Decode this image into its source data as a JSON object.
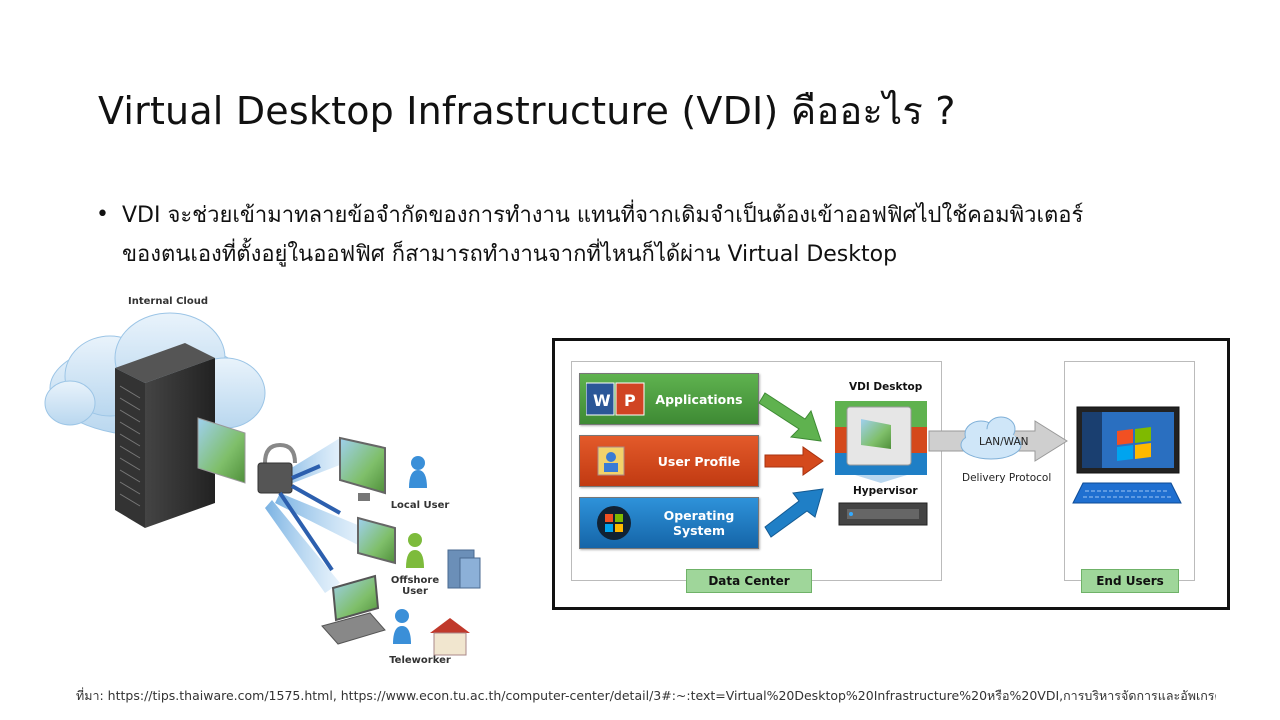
{
  "slide": {
    "title": "Virtual Desktop Infrastructure (VDI) คืออะไร ?",
    "bullet_lines": [
      "VDI จะช่วยเข้ามาทลายข้อจำกัดของการทำงาน  แทนที่จากเดิมจำเป็นต้องเข้าออฟฟิศไปใช้คอมพิวเตอร์",
      "ของตนเองที่ตั้งอยู่ในออฟฟิศ ก็สามารถทำงานจากที่ไหนก็ได้ผ่าน  Virtual Desktop"
    ],
    "source": "ที่มา: https://tips.thaiware.com/1575.html, https://www.econ.tu.ac.th/computer-center/detail/3#:~:text=Virtual%20Desktop%20Infrastructure%20หรือ%20VDI,การบริหารจัดการและอัพเกรด"
  },
  "left_diagram": {
    "cloud_label": "Internal Cloud",
    "local_user": "Local User",
    "offshore_user_line1": "Offshore",
    "offshore_user_line2": "User",
    "teleworker": "Teleworker"
  },
  "right_diagram": {
    "applications": "Applications",
    "user_profile": "User Profile",
    "operating_system": "Operating System",
    "vdi_desktop": "VDI Desktop",
    "hypervisor": "Hypervisor",
    "lan_wan": "LAN/WAN",
    "delivery_protocol": "Delivery Protocol",
    "data_center": "Data Center",
    "end_users": "End Users",
    "colors": {
      "applications": "#4a9d3f",
      "user_profile": "#d4491c",
      "operating_system": "#1f7fc6",
      "tag_green": "#9fd69a"
    }
  }
}
